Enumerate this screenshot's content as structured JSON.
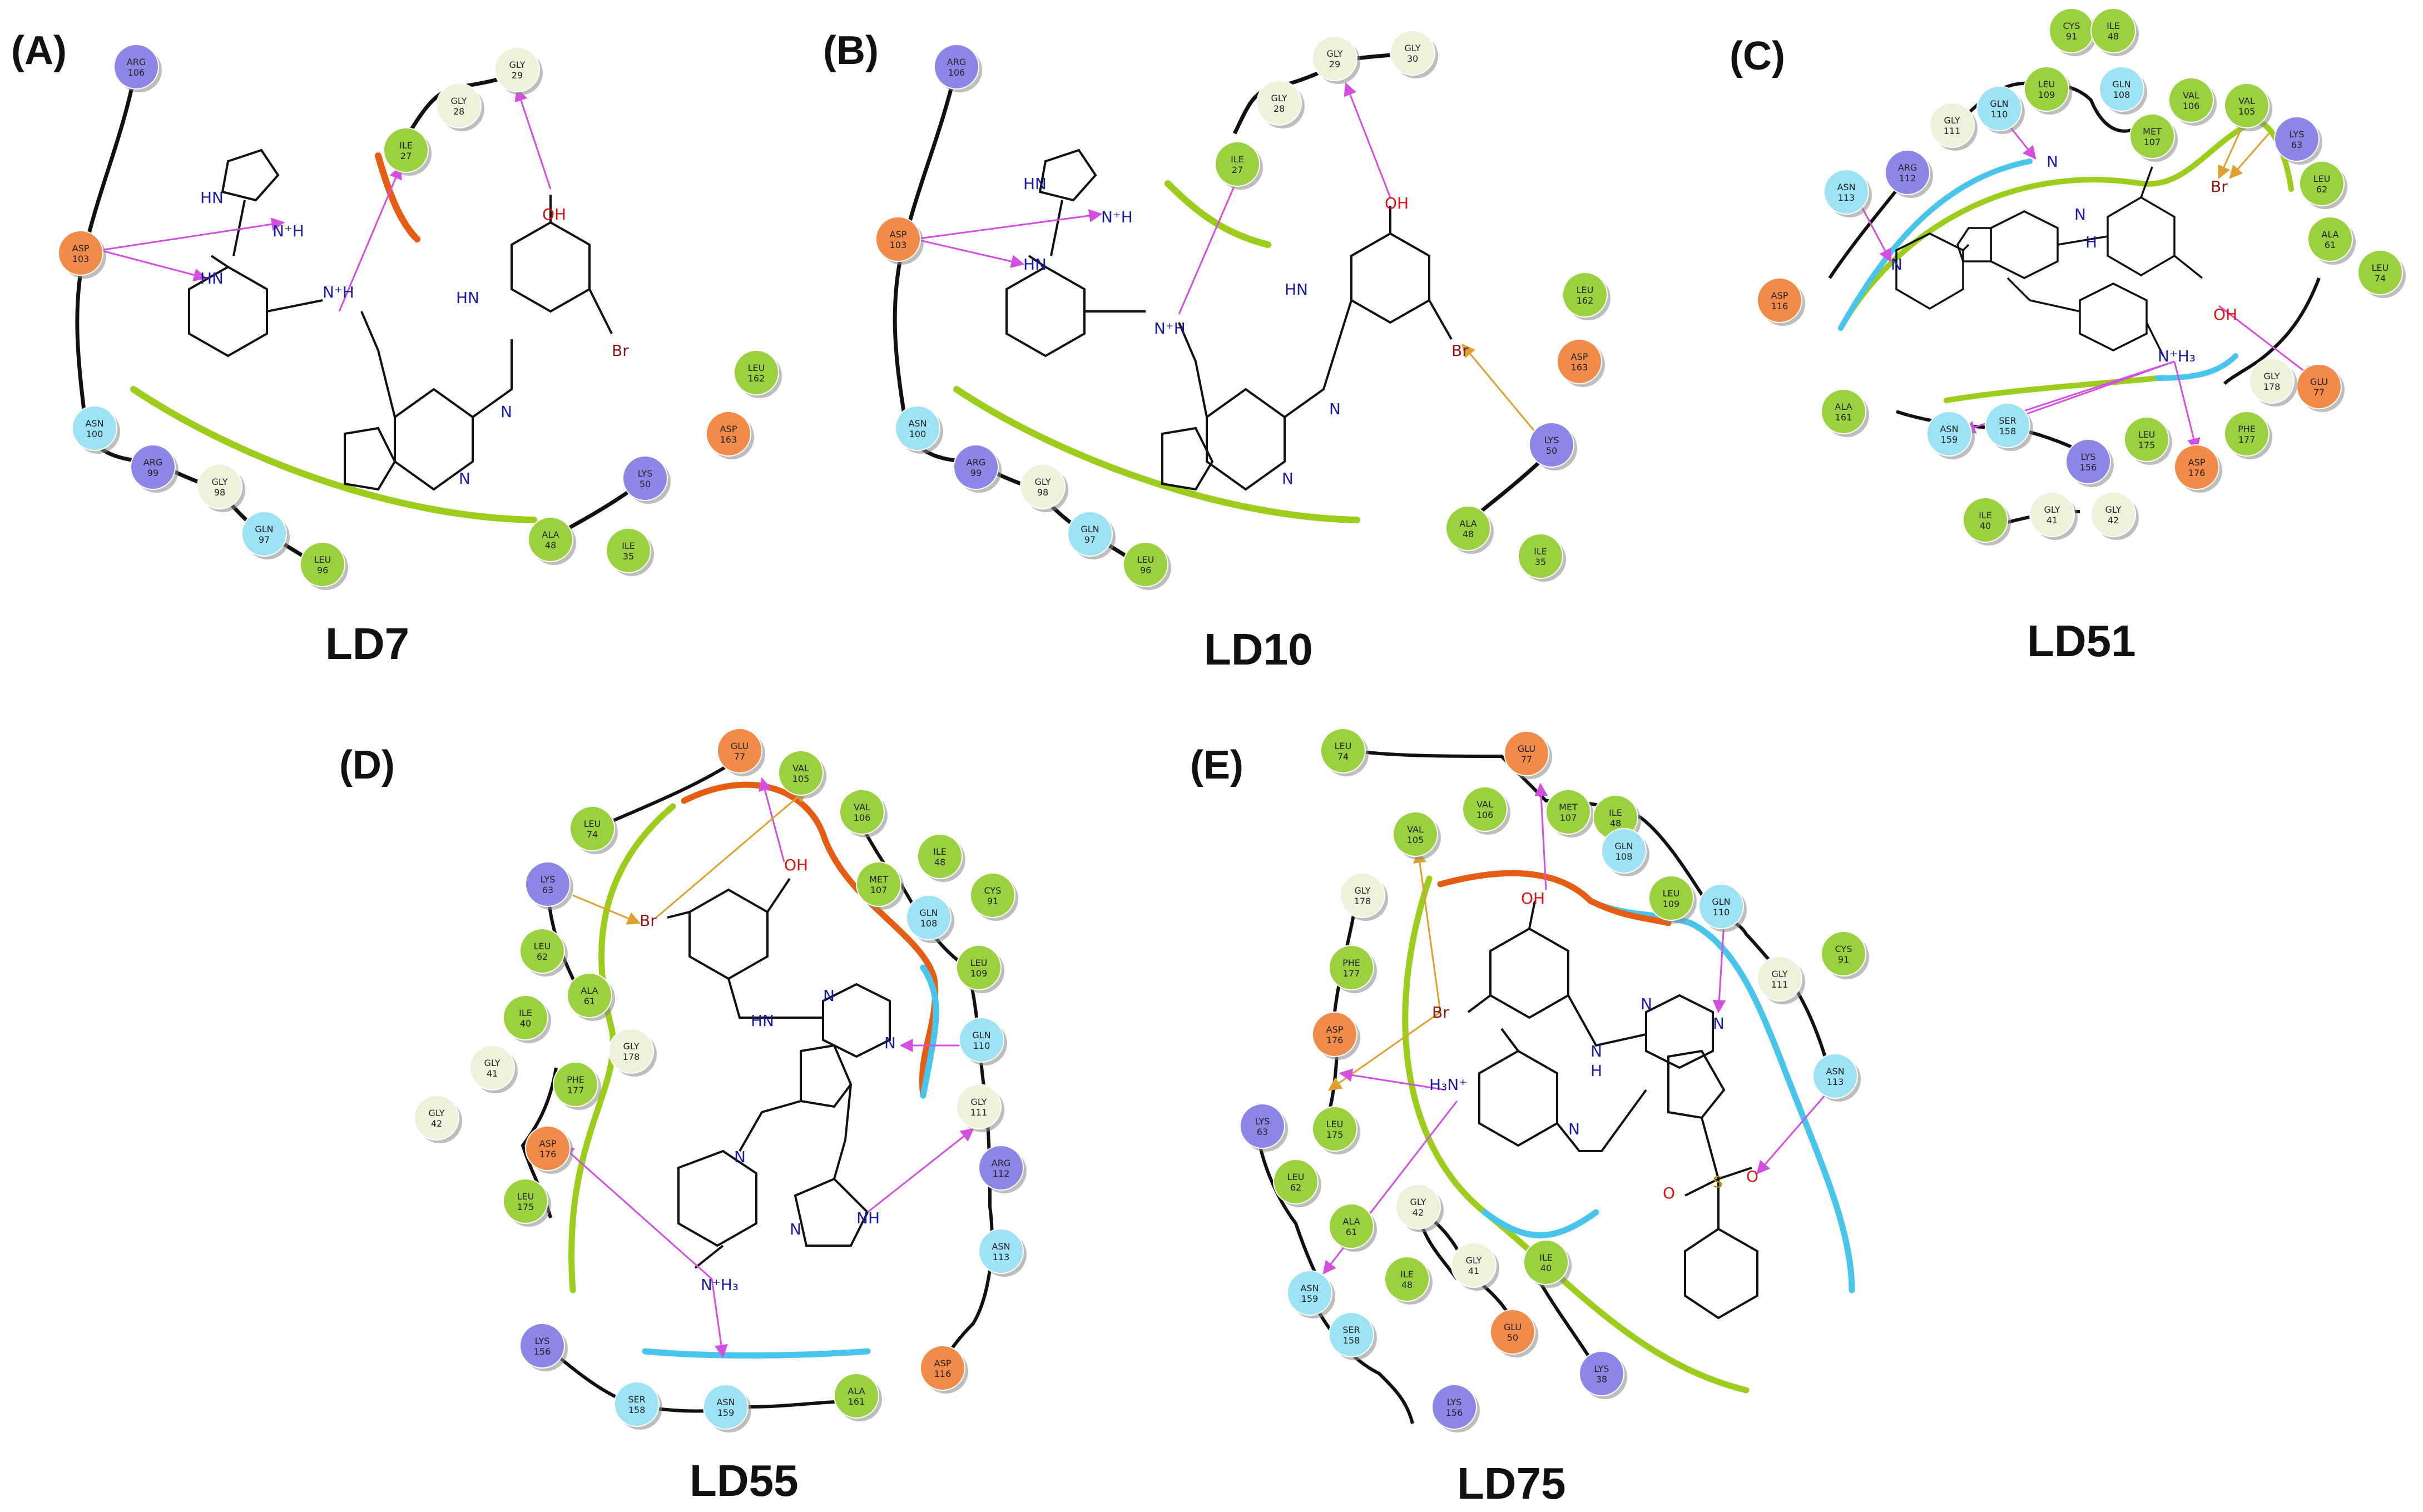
{
  "colors": {
    "hydrophobic": "#9bd13f",
    "hydrophobic_light": "#e6f3b8",
    "polar": "#9ee3f5",
    "negative": "#f28a4a",
    "positive": "#8c86e6",
    "glycine": "#eef2da",
    "hbond": "#d44fe0",
    "halogen": "#e0a030",
    "backbone": "#111111",
    "exposure_green": "#9ccc1c",
    "exposure_cyan": "#49c5ec",
    "exposure_orange": "#e65c12"
  },
  "panels": [
    {
      "id": "A",
      "label": "(A)",
      "molecule": "LD7",
      "residues": [
        {
          "name": "ARG",
          "num": "106",
          "type": "positive"
        },
        {
          "name": "ASP",
          "num": "103",
          "type": "negative"
        },
        {
          "name": "ASN",
          "num": "100",
          "type": "polar"
        },
        {
          "name": "ARG",
          "num": "99",
          "type": "positive"
        },
        {
          "name": "GLY",
          "num": "98",
          "type": "glycine"
        },
        {
          "name": "GLN",
          "num": "97",
          "type": "polar"
        },
        {
          "name": "LEU",
          "num": "96",
          "type": "hydrophobic"
        },
        {
          "name": "ILE",
          "num": "27",
          "type": "hydrophobic"
        },
        {
          "name": "GLY",
          "num": "28",
          "type": "glycine"
        },
        {
          "name": "GLY",
          "num": "29",
          "type": "glycine"
        },
        {
          "name": "LEU",
          "num": "162",
          "type": "hydrophobic"
        },
        {
          "name": "ASP",
          "num": "163",
          "type": "negative"
        },
        {
          "name": "LYS",
          "num": "50",
          "type": "positive"
        },
        {
          "name": "ALA",
          "num": "48",
          "type": "hydrophobic"
        },
        {
          "name": "ILE",
          "num": "35",
          "type": "hydrophobic"
        }
      ]
    },
    {
      "id": "B",
      "label": "(B)",
      "molecule": "LD10",
      "residues": [
        {
          "name": "ARG",
          "num": "106",
          "type": "positive"
        },
        {
          "name": "ASP",
          "num": "103",
          "type": "negative"
        },
        {
          "name": "ASN",
          "num": "100",
          "type": "polar"
        },
        {
          "name": "ARG",
          "num": "99",
          "type": "positive"
        },
        {
          "name": "GLY",
          "num": "98",
          "type": "glycine"
        },
        {
          "name": "GLN",
          "num": "97",
          "type": "polar"
        },
        {
          "name": "LEU",
          "num": "96",
          "type": "hydrophobic"
        },
        {
          "name": "ILE",
          "num": "27",
          "type": "hydrophobic"
        },
        {
          "name": "GLY",
          "num": "28",
          "type": "glycine"
        },
        {
          "name": "GLY",
          "num": "29",
          "type": "glycine"
        },
        {
          "name": "GLY",
          "num": "30",
          "type": "glycine"
        },
        {
          "name": "LEU",
          "num": "162",
          "type": "hydrophobic"
        },
        {
          "name": "ASP",
          "num": "163",
          "type": "negative"
        },
        {
          "name": "LYS",
          "num": "50",
          "type": "positive"
        },
        {
          "name": "ALA",
          "num": "48",
          "type": "hydrophobic"
        },
        {
          "name": "ILE",
          "num": "35",
          "type": "hydrophobic"
        }
      ]
    },
    {
      "id": "C",
      "label": "(C)",
      "molecule": "LD51",
      "residues": [
        {
          "name": "CYS",
          "num": "91",
          "type": "hydrophobic"
        },
        {
          "name": "ILE",
          "num": "48",
          "type": "hydrophobic"
        },
        {
          "name": "GLN",
          "num": "110",
          "type": "polar"
        },
        {
          "name": "LEU",
          "num": "109",
          "type": "hydrophobic"
        },
        {
          "name": "GLN",
          "num": "108",
          "type": "polar"
        },
        {
          "name": "GLY",
          "num": "111",
          "type": "glycine"
        },
        {
          "name": "VAL",
          "num": "106",
          "type": "hydrophobic"
        },
        {
          "name": "VAL",
          "num": "105",
          "type": "hydrophobic"
        },
        {
          "name": "MET",
          "num": "107",
          "type": "hydrophobic"
        },
        {
          "name": "ARG",
          "num": "112",
          "type": "positive"
        },
        {
          "name": "ASN",
          "num": "113",
          "type": "polar"
        },
        {
          "name": "LYS",
          "num": "63",
          "type": "positive"
        },
        {
          "name": "LEU",
          "num": "62",
          "type": "hydrophobic"
        },
        {
          "name": "ALA",
          "num": "61",
          "type": "hydrophobic"
        },
        {
          "name": "LEU",
          "num": "74",
          "type": "hydrophobic"
        },
        {
          "name": "ASP",
          "num": "116",
          "type": "negative"
        },
        {
          "name": "GLU",
          "num": "77",
          "type": "negative"
        },
        {
          "name": "GLY",
          "num": "178",
          "type": "glycine"
        },
        {
          "name": "PHE",
          "num": "177",
          "type": "hydrophobic"
        },
        {
          "name": "ALA",
          "num": "161",
          "type": "hydrophobic"
        },
        {
          "name": "ASN",
          "num": "159",
          "type": "polar"
        },
        {
          "name": "SER",
          "num": "158",
          "type": "polar"
        },
        {
          "name": "LYS",
          "num": "156",
          "type": "positive"
        },
        {
          "name": "LEU",
          "num": "175",
          "type": "hydrophobic"
        },
        {
          "name": "ASP",
          "num": "176",
          "type": "negative"
        },
        {
          "name": "ILE",
          "num": "40",
          "type": "hydrophobic"
        },
        {
          "name": "GLY",
          "num": "41",
          "type": "glycine"
        },
        {
          "name": "GLY",
          "num": "42",
          "type": "glycine"
        }
      ]
    },
    {
      "id": "D",
      "label": "(D)",
      "molecule": "LD55",
      "residues": [
        {
          "name": "GLU",
          "num": "77",
          "type": "negative"
        },
        {
          "name": "VAL",
          "num": "105",
          "type": "hydrophobic"
        },
        {
          "name": "LEU",
          "num": "74",
          "type": "hydrophobic"
        },
        {
          "name": "VAL",
          "num": "106",
          "type": "hydrophobic"
        },
        {
          "name": "ILE",
          "num": "48",
          "type": "hydrophobic"
        },
        {
          "name": "MET",
          "num": "107",
          "type": "hydrophobic"
        },
        {
          "name": "CYS",
          "num": "91",
          "type": "hydrophobic"
        },
        {
          "name": "LYS",
          "num": "63",
          "type": "positive"
        },
        {
          "name": "GLN",
          "num": "108",
          "type": "polar"
        },
        {
          "name": "LEU",
          "num": "62",
          "type": "hydrophobic"
        },
        {
          "name": "ALA",
          "num": "61",
          "type": "hydrophobic"
        },
        {
          "name": "LEU",
          "num": "109",
          "type": "hydrophobic"
        },
        {
          "name": "ILE",
          "num": "40",
          "type": "hydrophobic"
        },
        {
          "name": "GLY",
          "num": "178",
          "type": "glycine"
        },
        {
          "name": "GLN",
          "num": "110",
          "type": "polar"
        },
        {
          "name": "GLY",
          "num": "41",
          "type": "glycine"
        },
        {
          "name": "PHE",
          "num": "177",
          "type": "hydrophobic"
        },
        {
          "name": "GLY",
          "num": "111",
          "type": "glycine"
        },
        {
          "name": "GLY",
          "num": "42",
          "type": "glycine"
        },
        {
          "name": "ASP",
          "num": "176",
          "type": "negative"
        },
        {
          "name": "ARG",
          "num": "112",
          "type": "positive"
        },
        {
          "name": "LEU",
          "num": "175",
          "type": "hydrophobic"
        },
        {
          "name": "ASN",
          "num": "113",
          "type": "polar"
        },
        {
          "name": "LYS",
          "num": "156",
          "type": "positive"
        },
        {
          "name": "SER",
          "num": "158",
          "type": "polar"
        },
        {
          "name": "ASN",
          "num": "159",
          "type": "polar"
        },
        {
          "name": "ALA",
          "num": "161",
          "type": "hydrophobic"
        },
        {
          "name": "ASP",
          "num": "116",
          "type": "negative"
        }
      ]
    },
    {
      "id": "E",
      "label": "(E)",
      "molecule": "LD75",
      "residues": [
        {
          "name": "LEU",
          "num": "74",
          "type": "hydrophobic"
        },
        {
          "name": "GLU",
          "num": "77",
          "type": "negative"
        },
        {
          "name": "VAL",
          "num": "105",
          "type": "hydrophobic"
        },
        {
          "name": "VAL",
          "num": "106",
          "type": "hydrophobic"
        },
        {
          "name": "MET",
          "num": "107",
          "type": "hydrophobic"
        },
        {
          "name": "ILE",
          "num": "48",
          "type": "hydrophobic"
        },
        {
          "name": "GLN",
          "num": "108",
          "type": "polar"
        },
        {
          "name": "LEU",
          "num": "109",
          "type": "hydrophobic"
        },
        {
          "name": "GLN",
          "num": "110",
          "type": "polar"
        },
        {
          "name": "GLY",
          "num": "178",
          "type": "glycine"
        },
        {
          "name": "GLY",
          "num": "111",
          "type": "glycine"
        },
        {
          "name": "CYS",
          "num": "91",
          "type": "hydrophobic"
        },
        {
          "name": "PHE",
          "num": "177",
          "type": "hydrophobic"
        },
        {
          "name": "ASP",
          "num": "176",
          "type": "negative"
        },
        {
          "name": "ASN",
          "num": "113",
          "type": "polar"
        },
        {
          "name": "LYS",
          "num": "63",
          "type": "positive"
        },
        {
          "name": "LEU",
          "num": "175",
          "type": "hydrophobic"
        },
        {
          "name": "LEU",
          "num": "62",
          "type": "hydrophobic"
        },
        {
          "name": "ALA",
          "num": "61",
          "type": "hydrophobic"
        },
        {
          "name": "GLY",
          "num": "42",
          "type": "glycine"
        },
        {
          "name": "GLY",
          "num": "41",
          "type": "glycine"
        },
        {
          "name": "ILE",
          "num": "40",
          "type": "hydrophobic"
        },
        {
          "name": "ILE",
          "num": "48",
          "type": "hydrophobic"
        },
        {
          "name": "ASN",
          "num": "159",
          "type": "polar"
        },
        {
          "name": "SER",
          "num": "158",
          "type": "polar"
        },
        {
          "name": "GLU",
          "num": "50",
          "type": "negative"
        },
        {
          "name": "LYS",
          "num": "156",
          "type": "positive"
        },
        {
          "name": "LYS",
          "num": "38",
          "type": "positive"
        }
      ]
    }
  ],
  "atoms": {
    "hn": "HN",
    "nh_plus": "N⁺H",
    "h": "H",
    "n": "N",
    "oh": "OH",
    "br": "Br",
    "nh3": "N⁺H₃",
    "h3n": "H₃N⁺",
    "o": "O",
    "s": "S",
    "nh": "NH"
  }
}
